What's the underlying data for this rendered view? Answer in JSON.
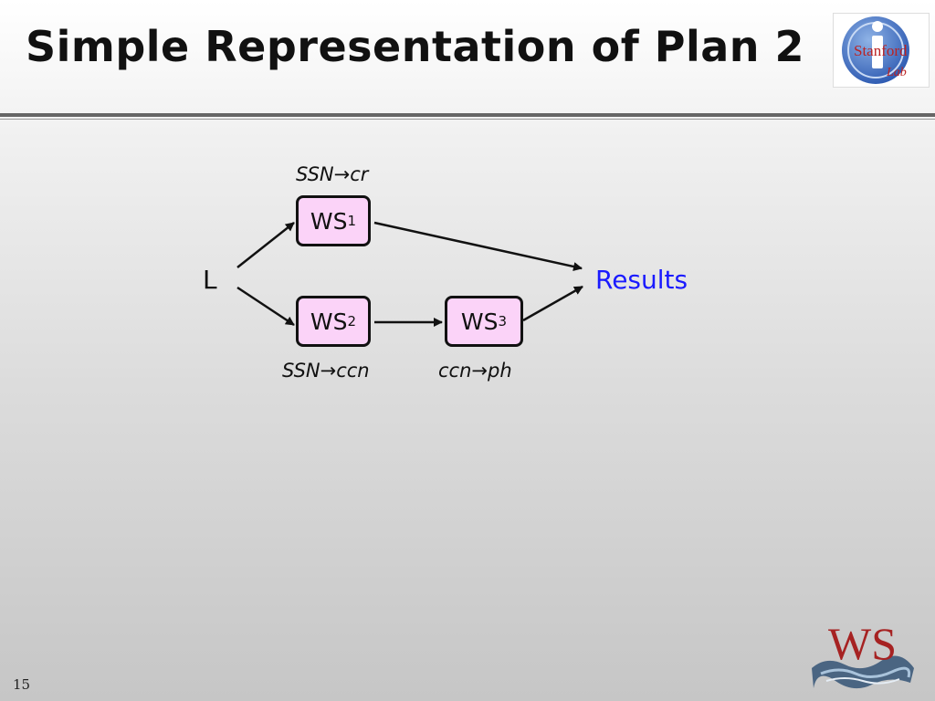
{
  "slide": {
    "title": "Simple Representation of Plan 2",
    "page_number": "15"
  },
  "logo_top": {
    "text_main": "Stanford",
    "text_sub": "Lab",
    "letter": "i"
  },
  "logo_bottom": {
    "text": "WS"
  },
  "diagram": {
    "source": "L",
    "sink": "Results",
    "nodes": {
      "ws1": {
        "base": "WS",
        "sub": "1",
        "fd": "SSN→cr"
      },
      "ws2": {
        "base": "WS",
        "sub": "2",
        "fd": "SSN→ccn"
      },
      "ws3": {
        "base": "WS",
        "sub": "3",
        "fd": "ccn→ph"
      }
    },
    "edges": [
      {
        "from": "L",
        "to": "WS1"
      },
      {
        "from": "L",
        "to": "WS2"
      },
      {
        "from": "WS1",
        "to": "Results"
      },
      {
        "from": "WS2",
        "to": "WS3"
      },
      {
        "from": "WS3",
        "to": "Results"
      }
    ],
    "colors": {
      "node_fill": "#fbd3f8",
      "results": "#1a1aff"
    }
  }
}
